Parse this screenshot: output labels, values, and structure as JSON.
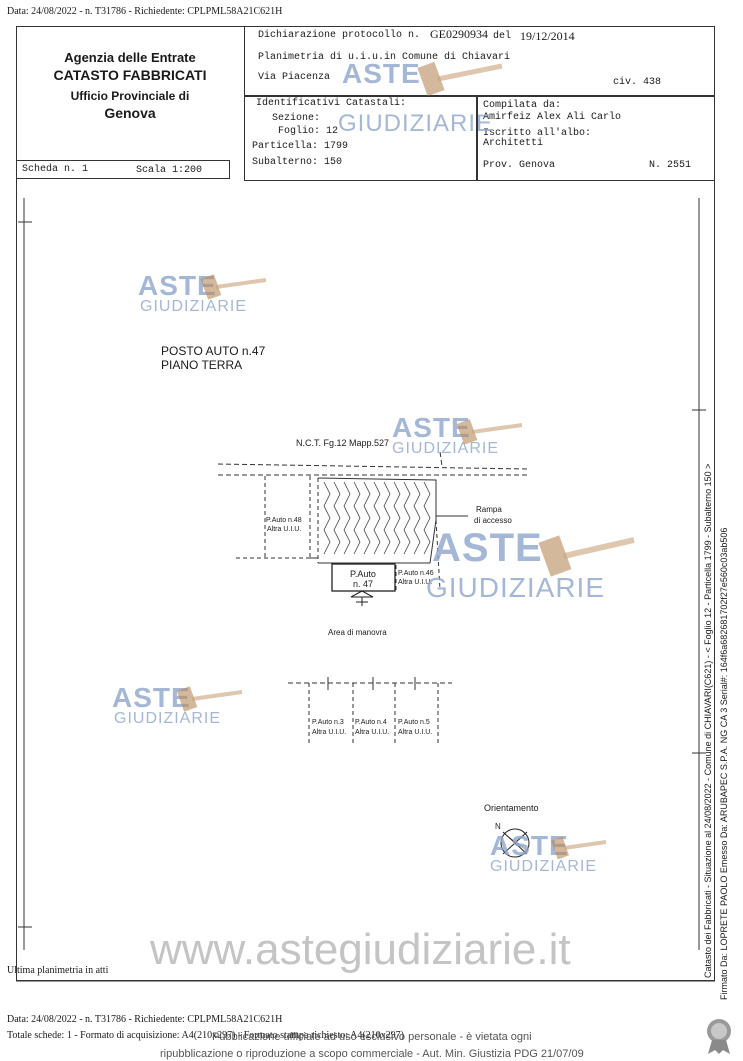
{
  "header_line": "Data: 24/08/2022 - n. T31786 - Richiedente: CPLPML58A21C621H",
  "agency": {
    "line1": "Agenzia delle Entrate",
    "line2": "CATASTO FABBRICATI",
    "line3": "Ufficio Provinciale di",
    "line4": "Genova"
  },
  "protocol": {
    "label": "Dichiarazione protocollo n.",
    "number": "GE0290934",
    "del_label": "del",
    "date": "19/12/2014"
  },
  "planimetria": "Planimetria di u.i.u.in Comune di Chiavari",
  "address": {
    "street": "Via Piacenza",
    "civ": "civ. 438"
  },
  "identificativi": {
    "title": "Identificativi Catastali:",
    "sezione": "Sezione:",
    "foglio": "Foglio: 12",
    "particella": "Particella: 1799",
    "subalterno": "Subalterno: 150"
  },
  "compilata": {
    "label": "Compilata da:",
    "name": "Amirfeiz Alex Ali Carlo",
    "iscritto": "Iscritto all'albo:",
    "albo": "Architetti",
    "prov": "Prov. Genova",
    "numero": "N. 2551"
  },
  "scheda": {
    "label": "Scheda n. 1",
    "scala": "Scala 1:200"
  },
  "plan": {
    "title1": "POSTO AUTO n.47",
    "title2": "PIANO TERRA",
    "nct": "N.C.T.   Fg.12   Mapp.527",
    "rampa1": "Rampa",
    "rampa2": "di accesso",
    "pauto48a": "P.Auto n.48",
    "pauto48b": "Altra U.I.U.",
    "pauto46a": "P.Auto n.46",
    "pauto46b": "Altra U.I.U.",
    "pauto47a": "P.Auto",
    "pauto47b": "n. 47",
    "manovra": "Area di manovra",
    "pa3a": "P.Auto n.3",
    "pa3b": "Altra U.I.U.",
    "pa4a": "P.Auto n.4",
    "pa4b": "Altra U.I.U.",
    "pa5a": "P.Auto n.5",
    "pa5b": "Altra U.I.U.",
    "orientamento": "Orientamento",
    "north": "N"
  },
  "watermark": {
    "aste": "ASTE",
    "giudiziarie": "GIUDIZIARIE",
    "site": "www.astegiudiziarie.it"
  },
  "side_text1": "Catasto dei Fabbricati - Situazione al 24/08/2022 - Comune di CHIAVARI(C621) - < Foglio 12 - Particella 1799 - Subalterno 150 >",
  "side_text2": "Firmato Da: LOPRETE PAOLO Emesso Da: ARUBAPEC S.P.A. NG CA 3 Serial#: 164f6a682681702f27e560c03ab506",
  "ultima": "Ultima planimetria in atti",
  "bottom": {
    "line1": "Data: 24/08/2022 - n. T31786 - Richiedente: CPLPML58A21C621H",
    "line2": "Totale schede: 1 - Formato di acquisizione: A4(210x297) - Formato stampa richiesto: A4(210x297)",
    "line2_overlay": "Pubblicazione ufficiale ad uso esclusivo personale - è vietata ogni",
    "line3": "ripubblicazione o riproduzione a scopo commerciale - Aut. Min. Giustizia PDG 21/07/09"
  }
}
